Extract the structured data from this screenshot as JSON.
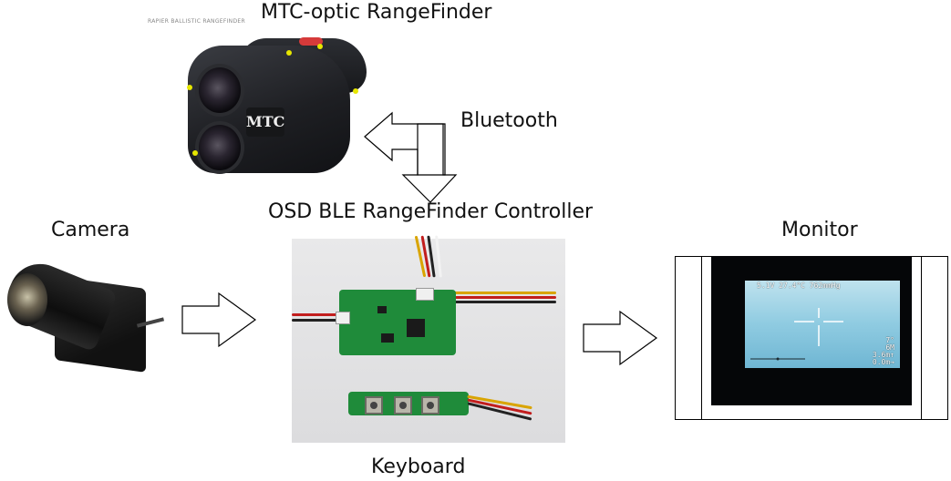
{
  "labels": {
    "rangefinder": "MTC-optic RangeFinder",
    "bluetooth": "Bluetooth",
    "controller": "OSD BLE RangeFinder  Controller",
    "camera": "Camera",
    "monitor": "Monitor",
    "keyboard": "Keyboard"
  },
  "rangefinder_photo": {
    "brand_caption": "RAPIER BALLISTIC RANGEFINDER",
    "logo_text": "MTC"
  },
  "monitor_osd": {
    "top_line": "5.1V 27.4°C 762mmHg",
    "angle": "7°",
    "wind": "6M",
    "range_1": "3.6m↑",
    "range_2": "0.0m→"
  },
  "colors": {
    "arrow_stroke": "#000000",
    "arrow_fill": "#ffffff",
    "pcb": "#1f8b3a",
    "screen_blue": "#8fcbe1"
  }
}
